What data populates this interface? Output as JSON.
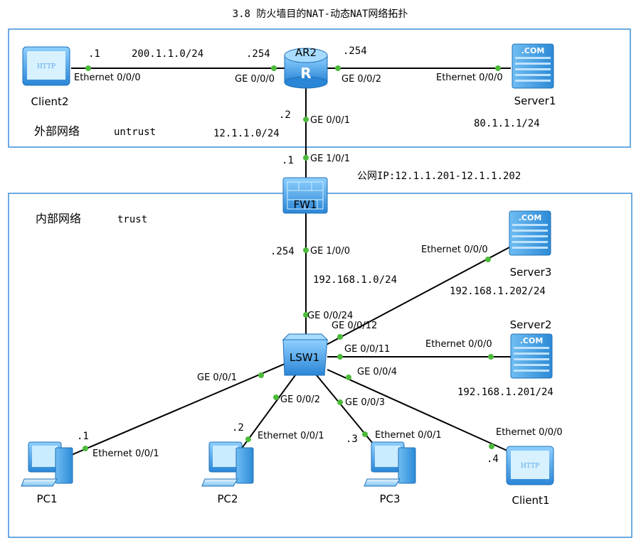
{
  "title": "3.8 防火墙目的NAT-动态NAT网络拓扑",
  "colors": {
    "zone_border": "#3a8fd8",
    "port_dot": "#4cbb3a",
    "device_blue": "#2f8fe0"
  },
  "zones": {
    "untrust": {
      "name": "外部网络",
      "label": "untrust"
    },
    "trust": {
      "name": "内部网络",
      "label": "trust"
    }
  },
  "devices": {
    "client2": {
      "label": "Client2",
      "icon": "http-client",
      "screen": "HTTP"
    },
    "ar2": {
      "label": "AR2",
      "icon": "router"
    },
    "server1": {
      "label": "Server1",
      "icon": "com-server",
      "screen": ".COM"
    },
    "fw1": {
      "label": "FW1",
      "icon": "firewall"
    },
    "server3": {
      "label": "Server3",
      "icon": "com-server",
      "screen": ".COM"
    },
    "server2": {
      "label": "Server2",
      "icon": "com-server",
      "screen": ".COM"
    },
    "lsw1": {
      "label": "LSW1",
      "icon": "switch"
    },
    "pc1": {
      "label": "PC1",
      "icon": "pc"
    },
    "pc2": {
      "label": "PC2",
      "icon": "pc"
    },
    "pc3": {
      "label": "PC3",
      "icon": "pc"
    },
    "client1": {
      "label": "Client1",
      "icon": "http-client",
      "screen": "HTTP"
    }
  },
  "ports": {
    "client2_eth": "Ethernet 0/0/0",
    "ar2_g000": "GE 0/0/0",
    "ar2_g002": "GE 0/0/2",
    "server1_eth": "Ethernet 0/0/0",
    "ar2_g001": "GE 0/0/1",
    "fw1_g101": "GE 1/0/1",
    "fw1_g100": "GE 1/0/0",
    "lsw1_g024": "GE 0/0/24",
    "lsw1_g012": "GE 0/0/12",
    "server3_eth": "Ethernet 0/0/0",
    "lsw1_g011": "GE 0/0/11",
    "server2_eth": "Ethernet 0/0/0",
    "lsw1_g001": "GE 0/0/1",
    "lsw1_g004": "GE 0/0/4",
    "lsw1_g002": "GE 0/0/2",
    "lsw1_g003": "GE 0/0/3",
    "pc1_eth": "Ethernet 0/0/1",
    "pc2_eth": "Ethernet 0/0/1",
    "pc3_eth": "Ethernet 0/0/1",
    "client1_eth": "Ethernet 0/0/0"
  },
  "addresses": {
    "client2_ip": ".1",
    "net_200": "200.1.1.0/24",
    "ar2_ip_left": ".254",
    "ar2_ip_right": ".254",
    "server1_ip": "80.1.1.1/24",
    "ar2_ip_down": ".2",
    "net_12": "12.1.1.0/24",
    "fw1_ip_up": ".1",
    "public_ip": "公网IP:12.1.1.201-12.1.1.202",
    "fw1_ip_down": ".254",
    "net_192": "192.168.1.0/24",
    "server3_ip": "192.168.1.202/24",
    "server2_ip": "192.168.1.201/24",
    "pc1_ip": ".1",
    "pc2_ip": ".2",
    "pc3_ip": ".3",
    "client1_ip": ".4"
  }
}
